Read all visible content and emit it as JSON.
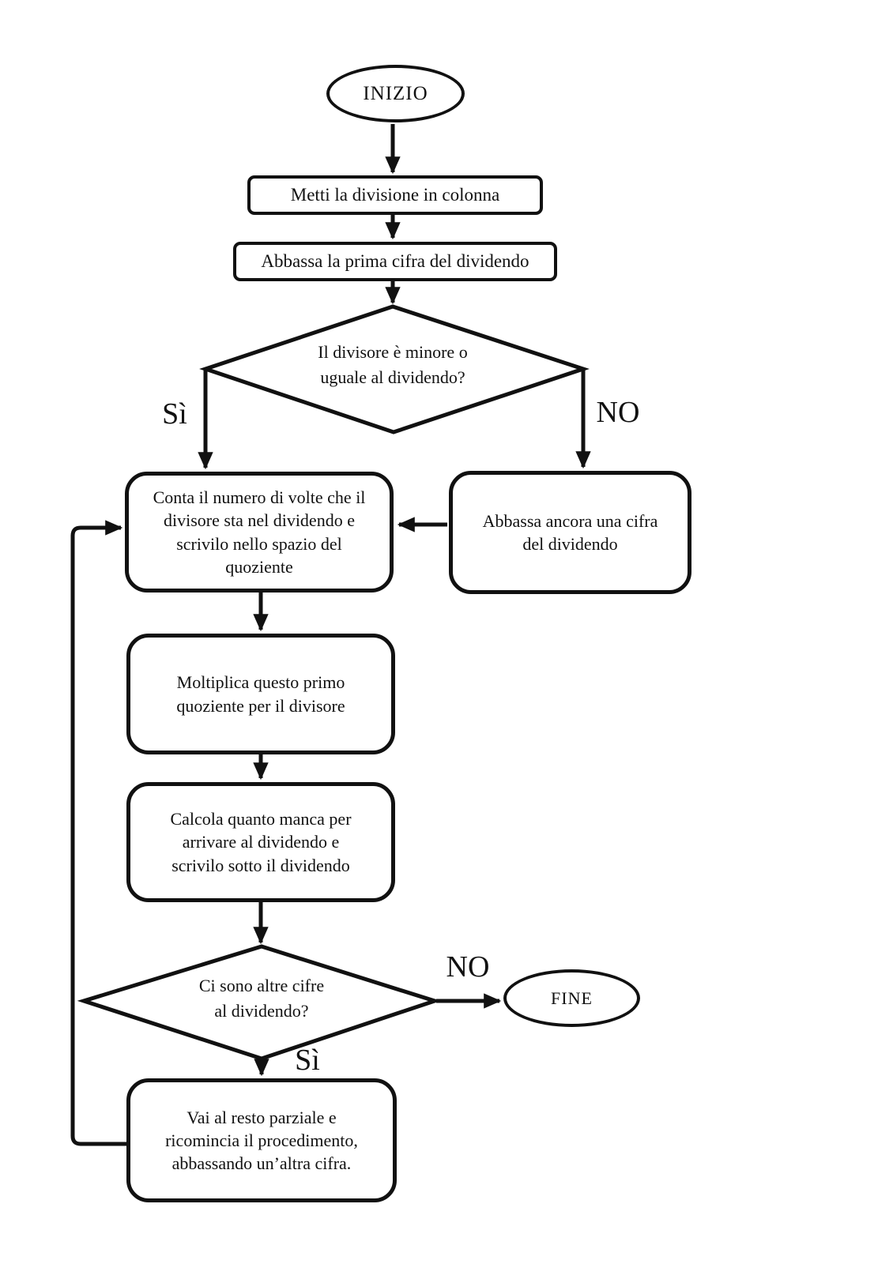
{
  "flowchart": {
    "background": "#ffffff",
    "stroke_color": "#111111",
    "node_fill": "#ffffff",
    "nodes": {
      "start": {
        "label": "INIZIO",
        "shape": "oval"
      },
      "put_division": {
        "label": "Metti la divisione in colonna",
        "shape": "rectangle"
      },
      "bring_down_first": {
        "label": "Abbassa la prima cifra del dividendo",
        "shape": "rectangle"
      },
      "divisor_check": {
        "label": "Il divisore è minore o\nuguale al dividendo?",
        "shape": "diamond"
      },
      "count_times": {
        "label": "Conta il numero di volte che il\ndivisore sta nel dividendo e\nscrivilo nello spazio del\nquoziente",
        "shape": "rounded-rectangle"
      },
      "bring_down_another": {
        "label": "Abbassa ancora una cifra\ndel dividendo",
        "shape": "rounded-rectangle"
      },
      "multiply": {
        "label": "Moltiplica questo primo\nquoziente per il divisore",
        "shape": "rounded-rectangle"
      },
      "compute_remainder": {
        "label": "Calcola quanto manca per\narrivare al dividendo e\nscrivilo sotto il dividendo",
        "shape": "rounded-rectangle"
      },
      "more_digits_check": {
        "label": "Ci sono altre cifre\nal dividendo?",
        "shape": "diamond"
      },
      "go_to_partial_remainder": {
        "label": "Vai al resto parziale e\nricomincia il procedimento,\nabbassando un’altra cifra.",
        "shape": "rounded-rectangle"
      },
      "end": {
        "label": "FINE",
        "shape": "oval"
      }
    },
    "edge_labels": {
      "divisor_check_yes": "Sì",
      "divisor_check_no": "NO",
      "more_digits_no": "NO",
      "more_digits_yes": "Sì"
    }
  }
}
